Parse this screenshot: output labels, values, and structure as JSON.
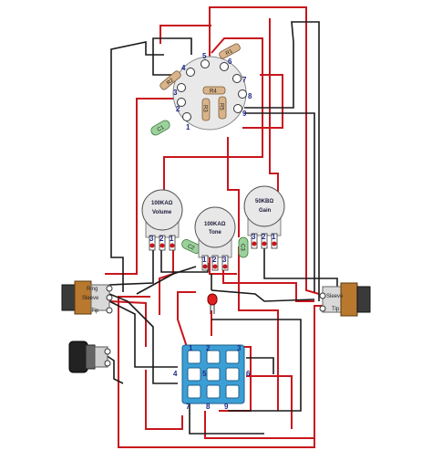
{
  "tube_socket": {
    "pins": [
      "1",
      "2",
      "3",
      "4",
      "5",
      "6",
      "7",
      "8",
      "9"
    ]
  },
  "resistors": {
    "r1": "R1",
    "r2": "R2",
    "r3": "R3",
    "r4": "R4",
    "r5": "R5"
  },
  "capacitors": {
    "c1": "C1",
    "c2": "C2",
    "c3": "C3"
  },
  "pots": {
    "volume": {
      "value": "100KAΩ",
      "name": "Volume",
      "pins": [
        "3",
        "2",
        "1"
      ]
    },
    "tone": {
      "value": "100KAΩ",
      "name": "Tone",
      "pins": [
        "1",
        "2",
        "3"
      ]
    },
    "gain": {
      "value": "50KBΩ",
      "name": "Gain",
      "pins": [
        "3",
        "2",
        "1"
      ]
    }
  },
  "left_jack": {
    "ring": "Ring",
    "sleeve": "Sleeve",
    "tip": "Tip"
  },
  "right_jack": {
    "sleeve": "Sleeve",
    "tip": "Tip"
  },
  "switch": {
    "pins": [
      "1",
      "2",
      "3",
      "4",
      "5",
      "6",
      "7",
      "8",
      "9"
    ]
  },
  "colors": {
    "wire_red": "#c8161d",
    "wire_black": "#1a1a1a",
    "switch_blue": "#3b9fd6",
    "led_red": "#e02020"
  }
}
